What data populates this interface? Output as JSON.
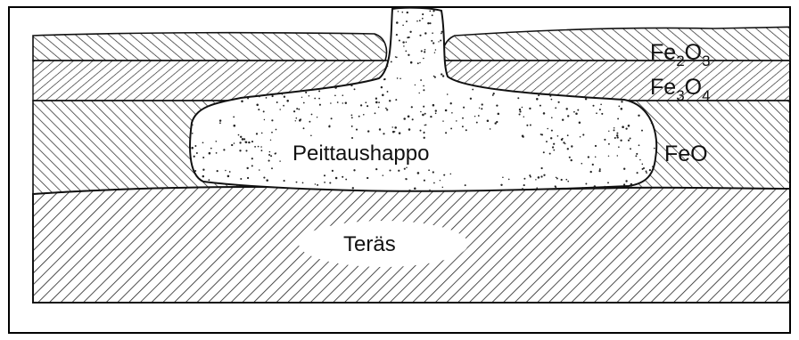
{
  "diagram": {
    "layers": [
      {
        "id": "fe2o3",
        "label_base": "Fe",
        "label_sub1": "2",
        "label_mid": "O",
        "label_sub2": "3"
      },
      {
        "id": "fe3o4",
        "label_base": "Fe",
        "label_sub1": "3",
        "label_mid": "O",
        "label_sub2": "4"
      },
      {
        "id": "feo",
        "label": "FeO"
      },
      {
        "id": "steel",
        "label": "Teräs"
      }
    ],
    "acid_label": "Peittaushappo"
  }
}
